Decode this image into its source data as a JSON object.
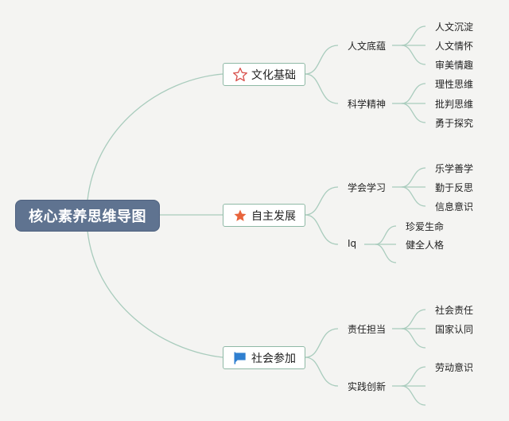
{
  "root": {
    "label": "核心素养思维导图"
  },
  "branches": [
    {
      "label": "文化基础",
      "icon": "star-outline-icon",
      "children": [
        {
          "label": "人文底蕴",
          "leaves": [
            "人文沉淀",
            "人文情怀",
            "审美情趣"
          ]
        },
        {
          "label": "科学精神",
          "leaves": [
            "理性思维",
            "批判思维",
            "勇于探究"
          ]
        }
      ]
    },
    {
      "label": "自主发展",
      "icon": "star-filled-icon",
      "children": [
        {
          "label": "学会学习",
          "leaves": [
            "乐学善学",
            "勤于反思",
            "信息意识"
          ]
        },
        {
          "label": "Iq",
          "leaves": [
            "珍爱生命",
            "健全人格"
          ]
        }
      ]
    },
    {
      "label": "社会参加",
      "icon": "flag-icon",
      "children": [
        {
          "label": "责任担当",
          "leaves": [
            "社会责任",
            "国家认同"
          ]
        },
        {
          "label": "实践创新",
          "leaves": [
            "劳动意识"
          ]
        }
      ]
    }
  ],
  "colors": {
    "connector": "#a9ccbd",
    "root_fill": "#5f7390",
    "star_outline": "#d9534f",
    "star_filled": "#e8643c",
    "flag": "#2f7fd0"
  }
}
